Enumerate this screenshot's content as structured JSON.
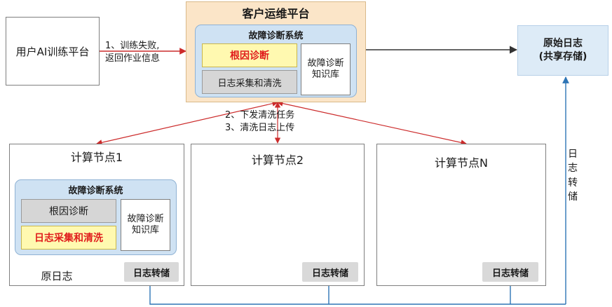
{
  "user_platform": {
    "label": "用户AI训练平台"
  },
  "customer_platform": {
    "title": "客户运维平台",
    "system": {
      "title": "故障诊断系统",
      "root_cause": "根因诊断",
      "log_collect": "日志采集和清洗",
      "knowledge_base": "故障诊断知识库"
    }
  },
  "raw_log_storage": {
    "line1": "原始日志",
    "line2": "(共享存储)"
  },
  "edges": {
    "step1_line1": "1、训练失败,",
    "step1_line2": "返回作业信息",
    "step2": "2、下发清洗任务",
    "step3": "3、清洗日志上传",
    "log_transfer_vertical": "日志转储"
  },
  "nodes": [
    {
      "title": "计算节点1",
      "transfer_tag": "日志转储",
      "system": {
        "title": "故障诊断系统",
        "root_cause": "根因诊断",
        "log_collect": "日志采集和清洗",
        "knowledge_base": "故障诊断知识库"
      },
      "raw_log_label": "原日志"
    },
    {
      "title": "计算节点2",
      "transfer_tag": "日志转储"
    },
    {
      "title": "计算节点N",
      "transfer_tag": "日志转储"
    }
  ],
  "colors": {
    "red_arrow": "#cc2b2b",
    "blue_line": "#2e75b6",
    "platform_fill": "#fbe5c8",
    "system_fill": "#cfe2f3",
    "storage_fill": "#ddebf7",
    "highlight_red": "#e01c1c"
  }
}
